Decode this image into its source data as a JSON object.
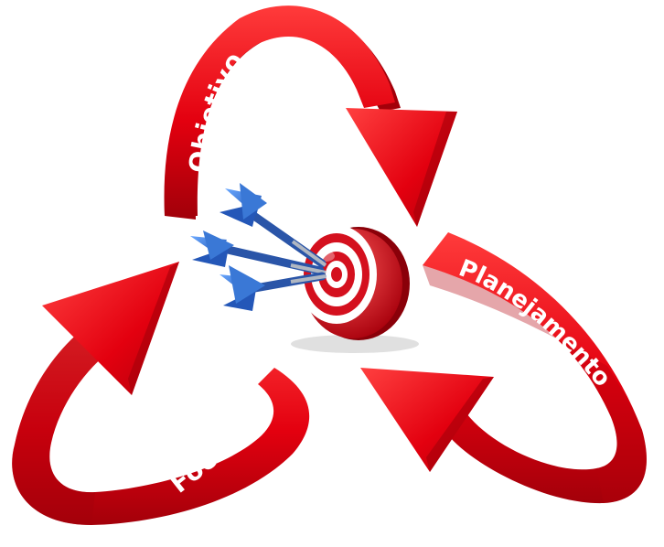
{
  "labels": {
    "objetivo": "Objetivo",
    "planejamento": "Planejamento",
    "foco": "Foco"
  },
  "colors": {
    "arrow_red": "#e3000f",
    "arrow_dark": "#a3000a",
    "arrow_light": "#ff4a4a",
    "target_red": "#d4101e",
    "target_white": "#ffffff",
    "dart_blue": "#2f6fd1",
    "dart_shaft": "#b0b7c2"
  },
  "icons": {
    "target": "target-icon",
    "dart": "dart-icon"
  }
}
